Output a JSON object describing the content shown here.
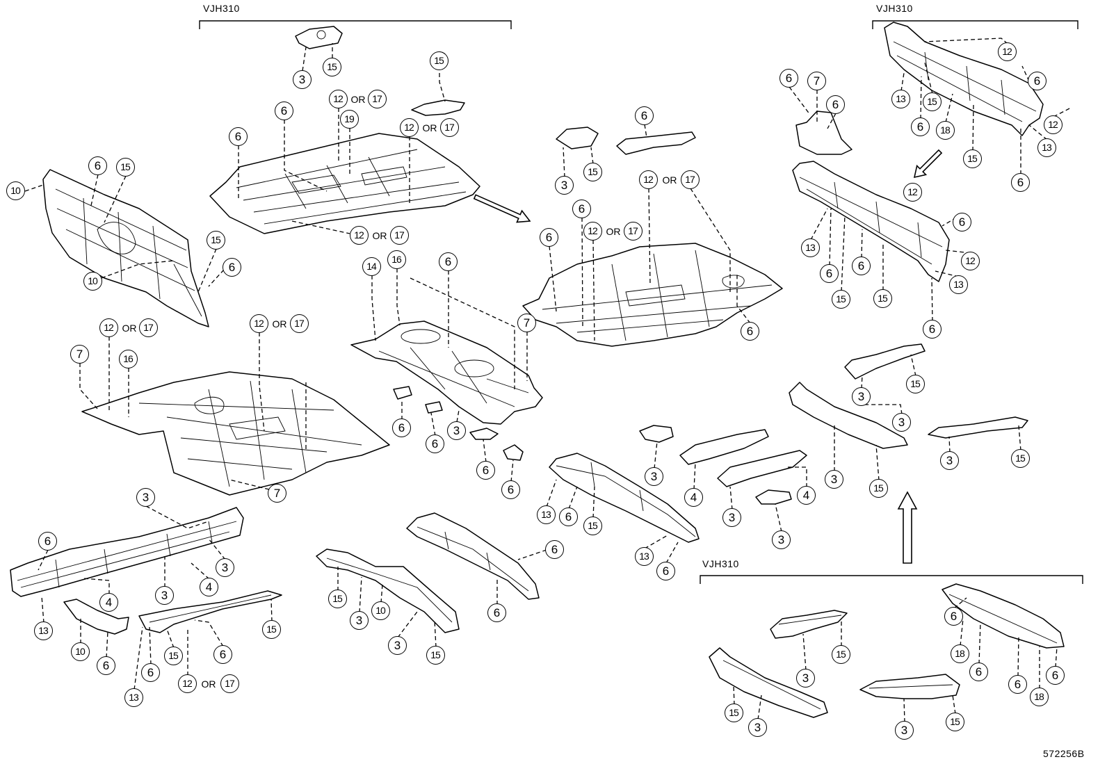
{
  "diagram": {
    "group_labels": [
      "VJH310",
      "VJH310",
      "VJH310"
    ],
    "figure_code": "572256B",
    "or_text": "OR",
    "callouts": [
      "3",
      "15",
      "15",
      "12",
      "17",
      "19",
      "12",
      "17",
      "6",
      "6",
      "12",
      "17",
      "14",
      "16",
      "6",
      "7",
      "6",
      "15",
      "10",
      "15",
      "6",
      "10",
      "12",
      "17",
      "12",
      "17",
      "7",
      "16",
      "7",
      "6",
      "6",
      "3",
      "6",
      "6",
      "3",
      "6",
      "3",
      "4",
      "3",
      "4",
      "13",
      "10",
      "6",
      "15",
      "6",
      "15",
      "6",
      "12",
      "17",
      "13",
      "15",
      "3",
      "10",
      "3",
      "15",
      "6",
      "6",
      "6",
      "3",
      "15",
      "12",
      "17",
      "6",
      "12",
      "17",
      "6",
      "6",
      "3",
      "4",
      "3",
      "4",
      "3",
      "13",
      "6",
      "15",
      "13",
      "6",
      "12",
      "6",
      "13",
      "15",
      "6",
      "18",
      "12",
      "13",
      "15",
      "6",
      "6",
      "7",
      "6",
      "12",
      "6",
      "13",
      "6",
      "12",
      "6",
      "15",
      "15",
      "13",
      "6",
      "3",
      "15",
      "3",
      "3",
      "15",
      "3",
      "15",
      "6",
      "18",
      "6",
      "6",
      "18",
      "6",
      "15",
      "3",
      "15",
      "3",
      "3",
      "15"
    ]
  }
}
